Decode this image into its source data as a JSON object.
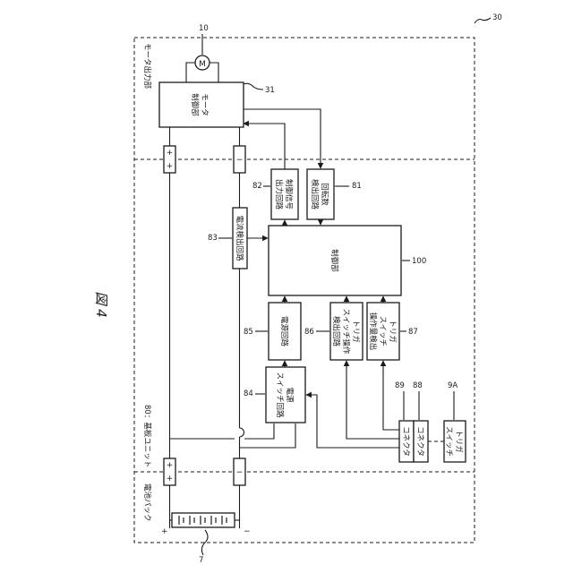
{
  "figure": {
    "title": "図 4"
  },
  "regions": {
    "motor_output": "モータ出力部",
    "board_unit": "80：基板ユニット",
    "battery_pack": "電池パック"
  },
  "blocks": {
    "motor_control": [
      "モータ",
      "制御部"
    ],
    "control_signal_output": [
      "制御信号",
      "出力回路"
    ],
    "rotation_detect": [
      "回転数",
      "検出回路"
    ],
    "current_detect": [
      "電流検出回路"
    ],
    "controller": [
      "制御部"
    ],
    "power_circuit": [
      "電源回路"
    ],
    "trigger_switch_detect": [
      "トリガ",
      "スイッチ操作",
      "検出回路"
    ],
    "trigger_amount_detect": [
      "トリガ",
      "スイッチ",
      "操作量検出"
    ],
    "power_switch_circuit": [
      "電源",
      "スイッチ回路"
    ],
    "connector_a": [
      "コネクタ"
    ],
    "connector_b": [
      "コネクタ"
    ],
    "trigger_switch": [
      "トリガ",
      "スイッチ"
    ]
  },
  "terminals": {
    "plus": "+",
    "minus": "−"
  },
  "motor_symbol": "M",
  "refs": {
    "r30": "30",
    "r10": "10",
    "r31": "31",
    "r82": "82",
    "r81": "81",
    "r83": "83",
    "r100": "100",
    "r85": "85",
    "r86": "86",
    "r87": "87",
    "r84": "84",
    "r89": "89",
    "r88": "88",
    "r9A": "9A",
    "r7": "7"
  }
}
